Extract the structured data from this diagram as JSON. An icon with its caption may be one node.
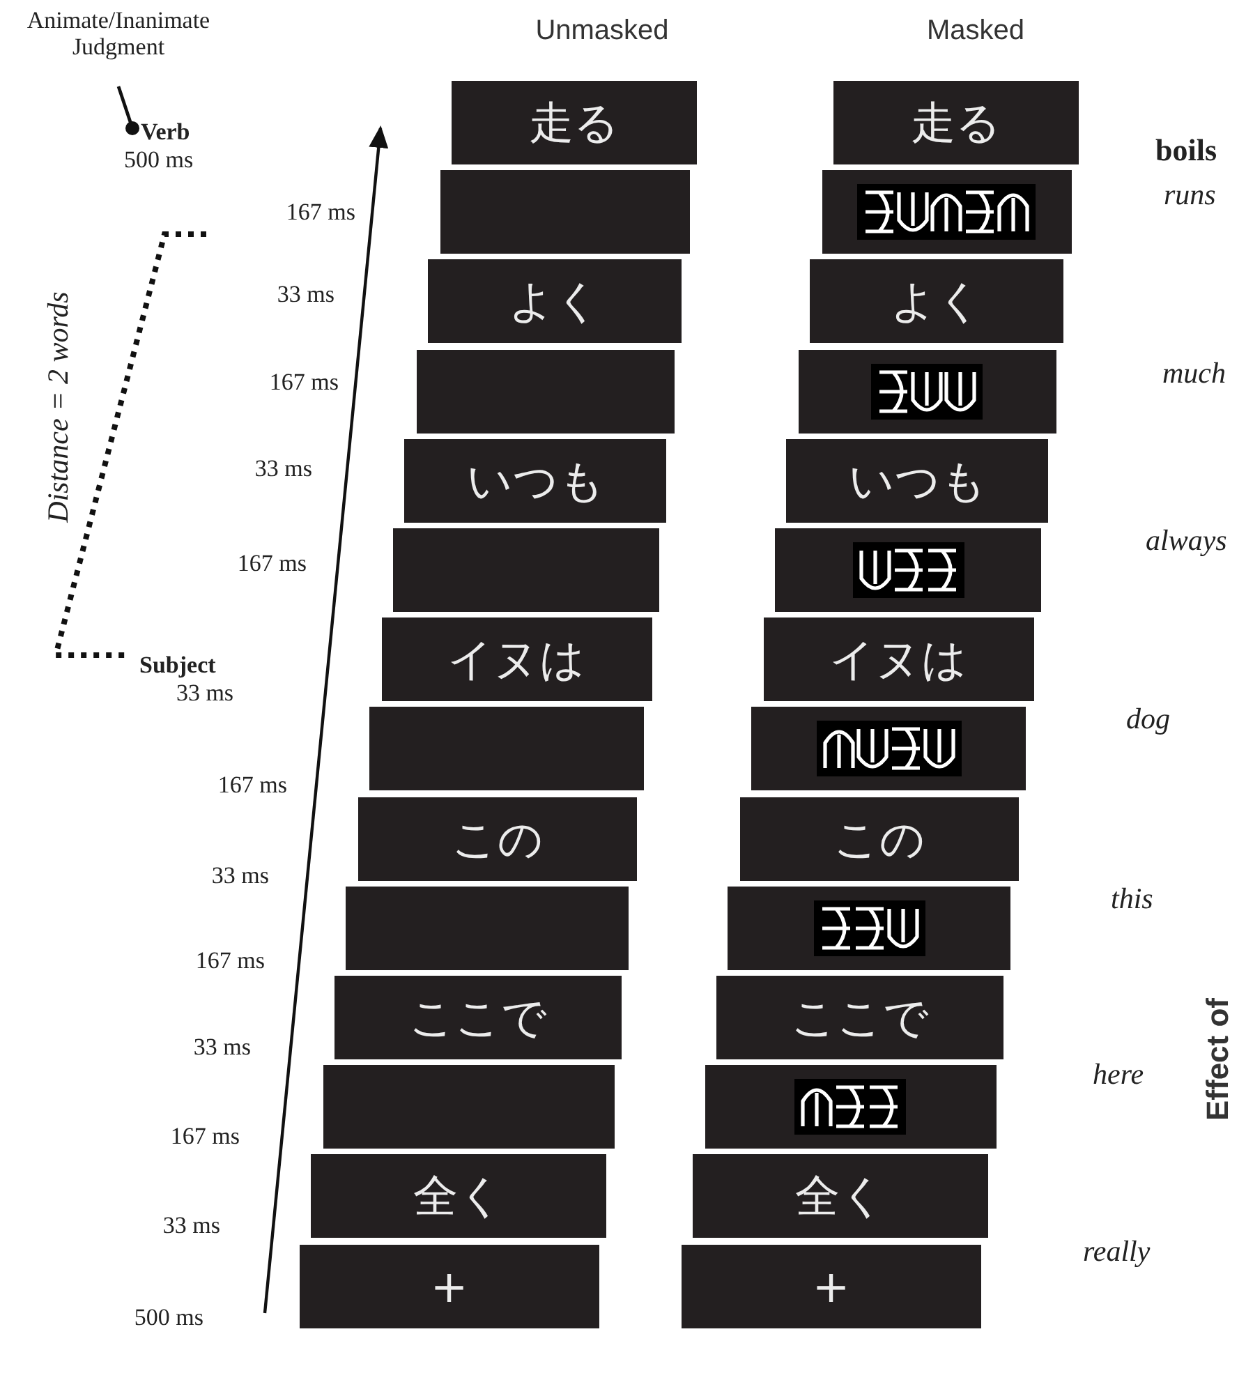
{
  "diagram": {
    "nodes": [
      {
        "text": [
          "Animate/Inanimate Judgment"
        ]
      },
      {
        "text": [
          "Verb"
        ],
        "beside": [
          "500 ms"
        ]
      },
      {
        "text": [
          "走る"
        ]
      },
      {
        "text": [],
        "shape": "box"
      },
      {
        "text": [
          "よく"
        ]
      },
      {
        "text": [],
        "shape": "box"
      },
      {
        "text": [
          "いつも"
        ]
      },
      {
        "text": [],
        "shape": "box"
      },
      {
        "text": [
          "イヌは"
        ]
      },
      {
        "text": [],
        "shape": "box"
      },
      {
        "text": [
          "この"
        ]
      },
      {
        "text": [],
        "shape": "box"
      },
      {
        "text": [
          "ここで"
        ]
      },
      {
        "text": [],
        "shape": "box"
      },
      {
        "text": [
          "全く"
        ]
      },
      {
        "text": [
          "+"
        ]
      },
      {
        "text": [
          "走る"
        ]
      },
      {
        "text": [],
        "shape": "box"
      },
      {
        "text": [
          "よく"
        ]
      },
      {
        "text": [],
        "shape": "box"
      },
      {
        "text": [
          "いつも"
        ]
      },
      {
        "text": [],
        "shape": "box"
      },
      {
        "text": [
          "イヌは"
        ]
      },
      {
        "text": [],
        "shape": "box"
      },
      {
        "text": [
          "この"
        ]
      },
      {
        "text": [],
        "shape": "box"
      },
      {
        "text": [
          "ここで"
        ]
      },
      {
        "text": [],
        "shape": "box"
      },
      {
        "text": [
          "全く"
        ]
      },
      {
        "text": [
          "+"
        ]
      }
    ],
    "edges": [
      {
        "from": 0,
        "to": 1,
        "arrow": "other"
      }
    ],
    "labels": [
      "Unmasked",
      "Masked",
      "boils",
      "runs",
      "167 ms",
      "Distance = 2 words",
      "33 ms",
      "much",
      "167 ms",
      "33 ms",
      "always",
      "167 ms",
      "Subject",
      "33 ms",
      "dog",
      "167 ms",
      "33 ms",
      "this",
      "167 ms",
      "33 ms",
      "here",
      "Effect of",
      "167 ms",
      "33 ms",
      "really",
      "500 ms"
    ]
  }
}
